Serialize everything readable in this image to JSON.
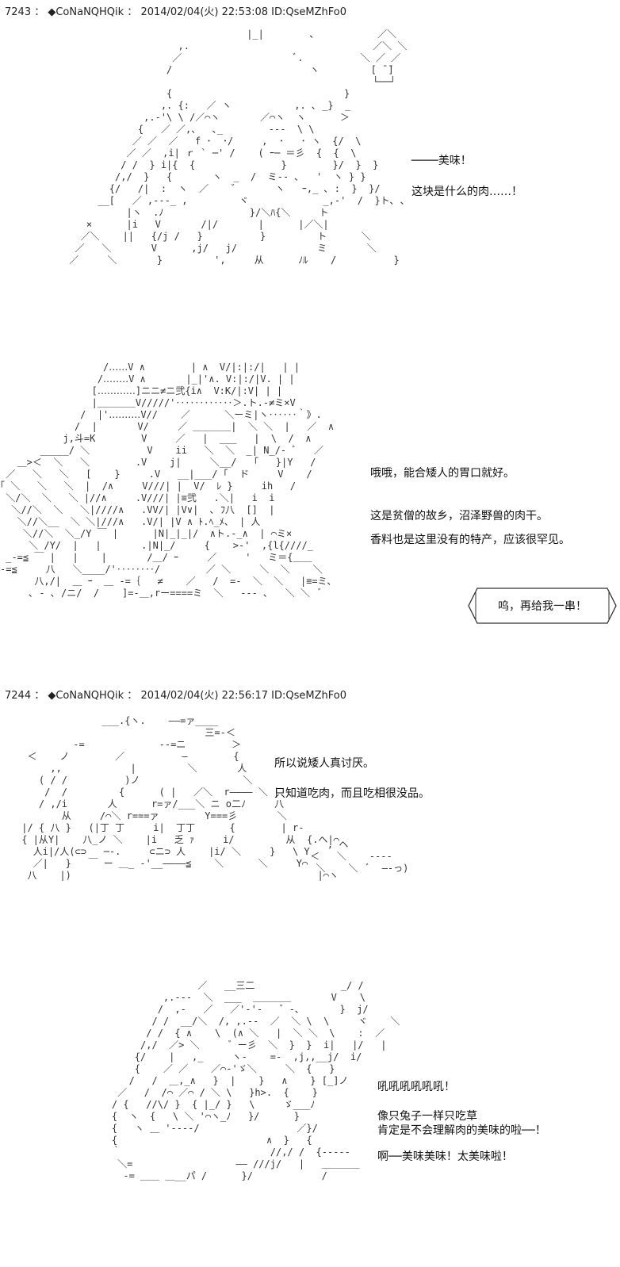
{
  "posts": [
    {
      "header": "7243 ： ◆CoNaNQHQik ： 2014/02/04(火) 22:53:08 ID:QseMZhFo0",
      "lines": [
        "────美味！",
        "这块是什么的肉……！"
      ]
    },
    {
      "lines": [
        "哦哦，能合矮人的胃口就好。",
        "这是贫僧的故乡，沼泽野兽的肉干。",
        "香料也是这里没有的特产，应该很罕见。"
      ],
      "bubble": "呜，再给我一串！"
    },
    {
      "header": "7244 ： ◆CoNaNQHQik ： 2014/02/04(火) 22:56:17 ID:QseMZhFo0",
      "lines": [
        "所以说矮人真讨厌。",
        "只知道吃肉，而且吃相很没品。"
      ]
    },
    {
      "lines": [
        "吼吼吼吼吼吼！",
        "像只兔子一样只吃草",
        "肯定是不会理解肉的美味的啦──！",
        "啊──美味美味！太美味啦！"
      ]
    }
  ]
}
